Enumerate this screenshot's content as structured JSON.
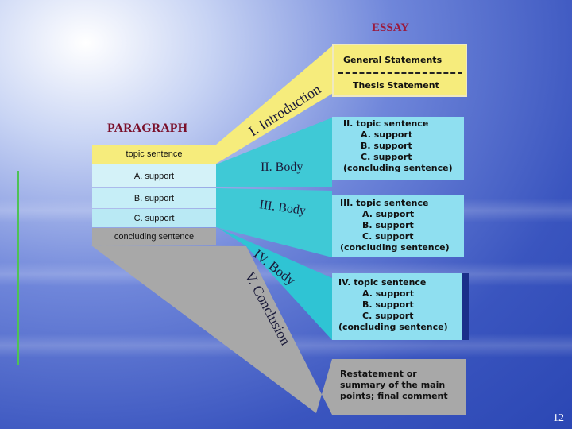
{
  "essay_title": "ESSAY",
  "paragraph_title": "PARAGRAPH",
  "paragraph": {
    "topic": "topic sentence",
    "support_a": "A. support",
    "support_b": "B. support",
    "support_c": "C. support",
    "concluding": "concluding sentence"
  },
  "band_labels": {
    "intro": "I. Introduction",
    "body2": "II. Body",
    "body3": "III. Body",
    "body4": "IV. Body",
    "conclusion": "V. Conclusion"
  },
  "intro_card": {
    "general": "General Statements",
    "thesis": "Thesis Statement"
  },
  "body2_card": [
    "II. topic sentence",
    "A. support",
    "B. support",
    "C. support",
    "(concluding sentence)"
  ],
  "body3_card": [
    "III. topic sentence",
    "A. support",
    "B. support",
    "C. support",
    "(concluding sentence)"
  ],
  "body4_card": [
    "IV. topic sentence",
    "A. support",
    "B. support",
    "C. support",
    "(concluding sentence)"
  ],
  "conclusion_card": [
    "Restatement or",
    "summary of the main",
    "points; final comment"
  ],
  "slide_number": "12",
  "colors": {
    "yellow": "#f6ec7c",
    "cyan": "#3fc9d6",
    "card_cyan": "#8fdff0",
    "gray": "#a8a8a8",
    "title_red": "#9a1a3e"
  }
}
